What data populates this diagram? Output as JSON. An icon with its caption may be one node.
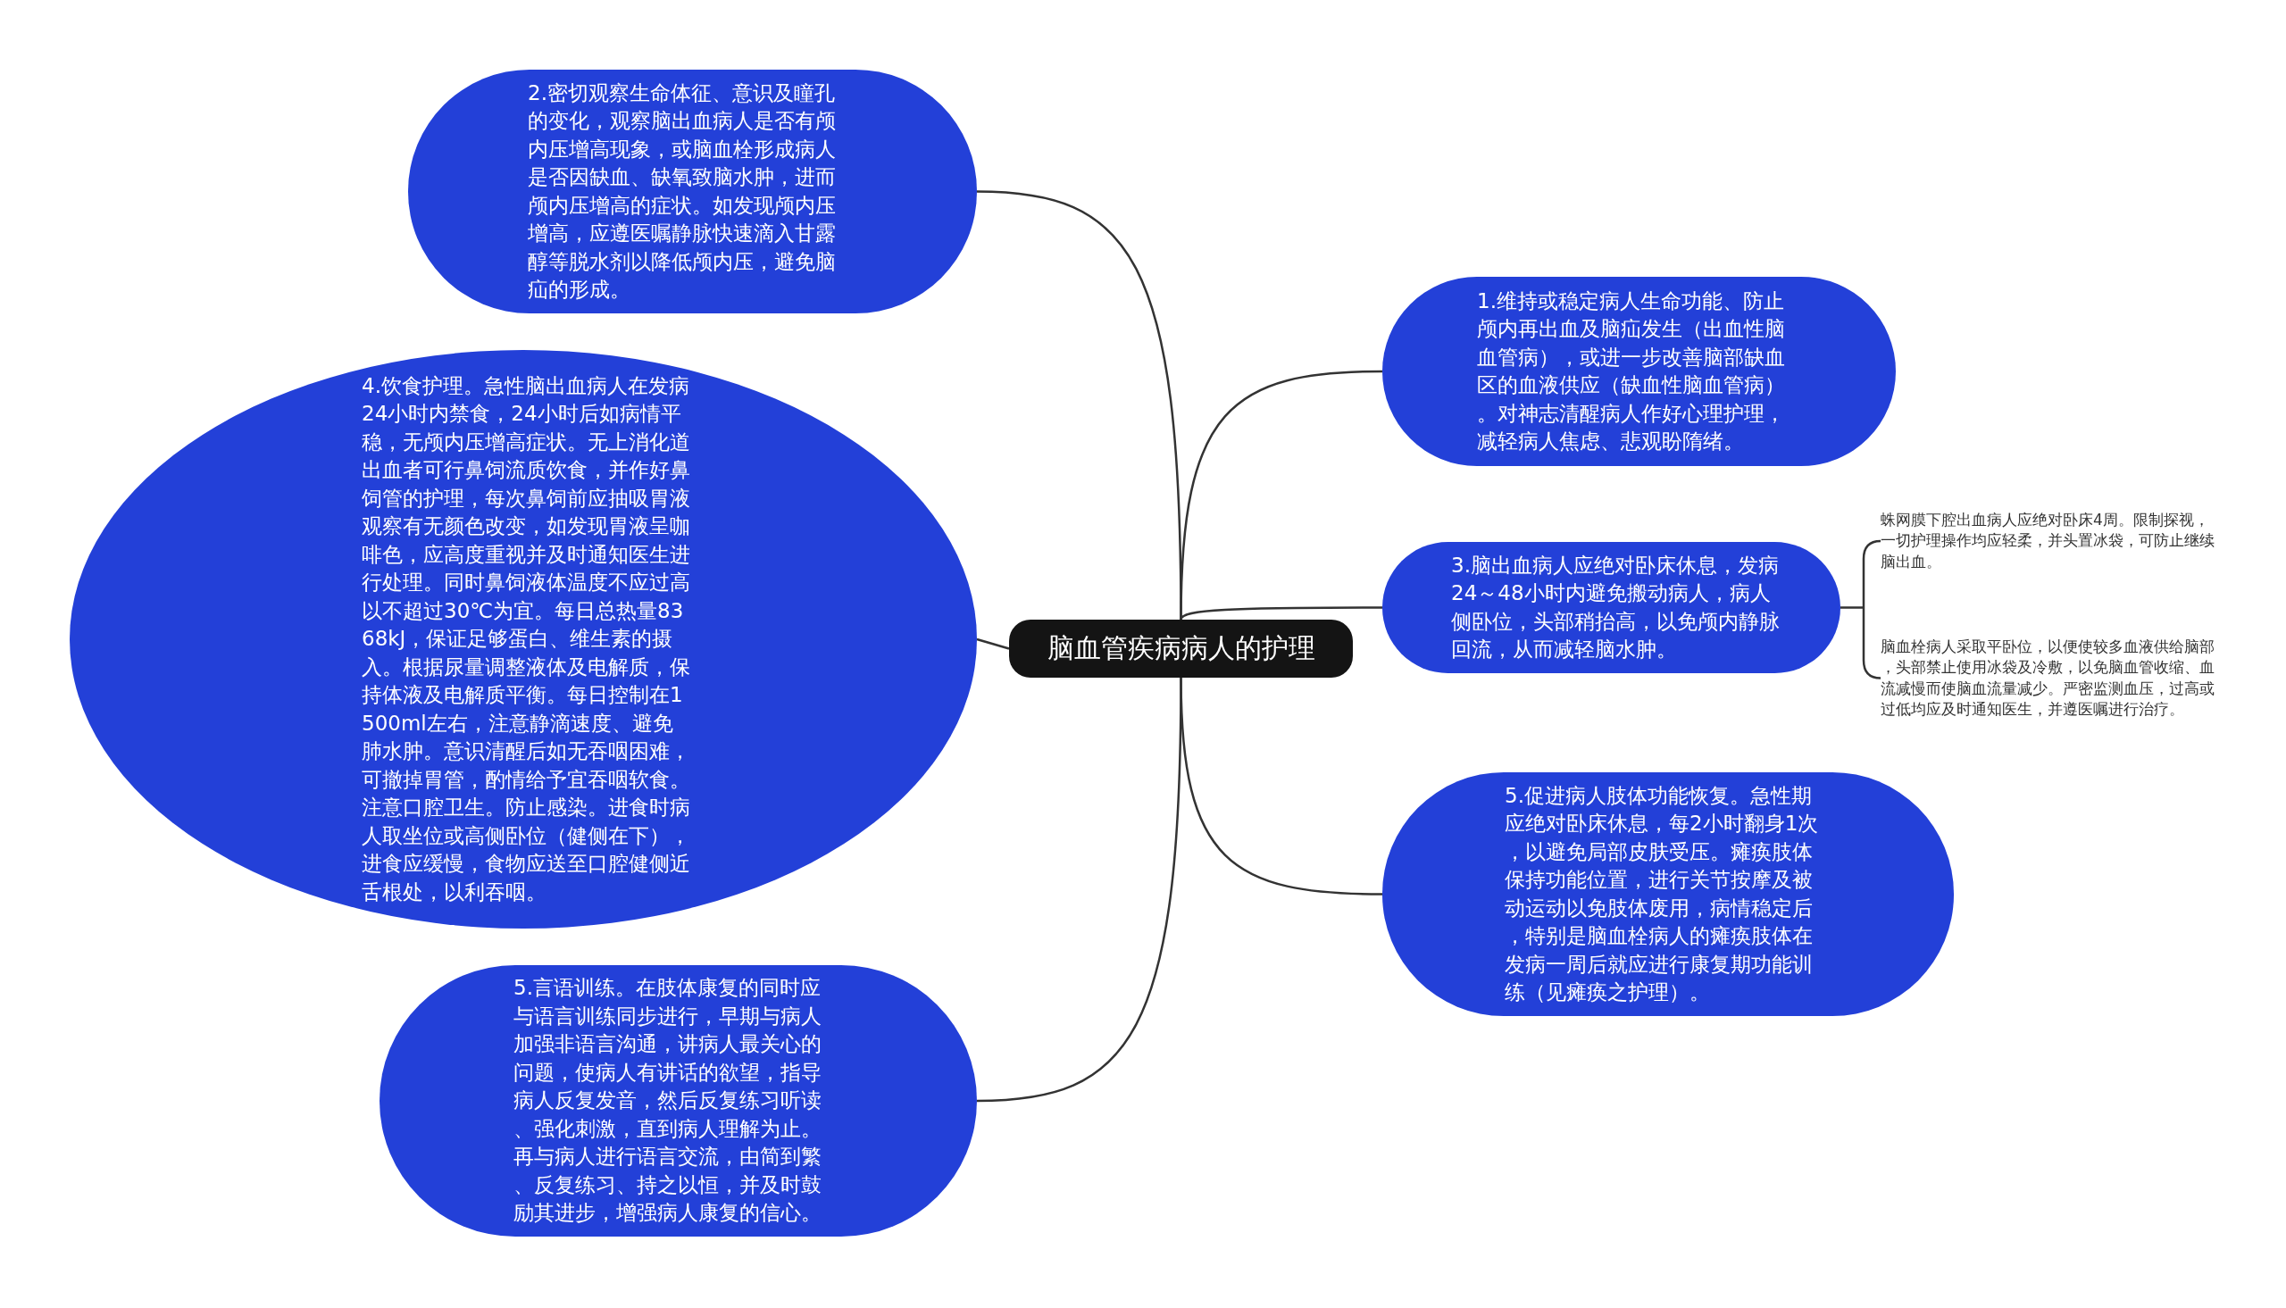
{
  "diagram": {
    "nodes": [
      {
        "text": [
          "脑血管疾病病人的护理"
        ]
      },
      {
        "text": [
          "2.密切观察生命体征、意识及瞳孔的变化，观察脑出血病人是否有颅内压增高现象，或脑血栓形成病人是否因缺血、缺氧致脑水肿，进而颅内压增高的症状。如发现颅内压增高，应遵医嘱静脉快速滴入甘露醇等脱水剂以降低颅内压，避免脑疝的形成。"
        ]
      },
      {
        "text": [
          "4.饮食护理。急性脑出血病人在发病24小时内禁食，24小时后如病情平稳，无颅内压增高症状。无上消化道出血者可行鼻饲流质饮食，并作好鼻饲管的护理，每次鼻饲前应抽吸胃液观察有无颜色改变，如发现胃液呈咖啡色，应高度重视并及时通知医生进行处理。同时鼻饲液体温度不应过高以不超过30℃为宜。每日总热量8368kJ，保证足够蛋白、维生素的摄入。根据尿量调整液体及电解质，保持体液及电解质平衡。每日控制在1500ml左右，注意静滴速度、避免肺水肿。意识清醒后如无吞咽困难，可撤掉胃管，酌情给予宜吞咽软食。注意口腔卫生。防止感染。进食时病人取坐位或高侧卧位（健侧在下），进食应缓慢，食物应送至口腔健侧近舌根处，以利吞咽。"
        ]
      },
      {
        "text": [
          "5.言语训练。在肢体康复的同时应与语言训练同步进行，早期与病人加强非语言沟通，讲病人最关心的问题，使病人有讲话的欲望，指导病人反复发音，然后反复练习听读、强化刺激，直到病人理解为止。再与病人进行语言交流，由简到繁、反复练习、持之以恒，并及时鼓励其进步，增强病人康复的信心。"
        ]
      },
      {
        "text": [
          "1.维持或稳定病人生命功能、防止颅内再出血及脑疝发生（出血性脑血管病），或进一步改善脑部缺血区的血液供应（缺血性脑血管病）。对神志清醒病人作好心理护理，减轻病人焦虑、悲观盼隋绪。"
        ]
      },
      {
        "text": [
          "3.脑出血病人应绝对卧床休息，发病24～48小时内避免搬动病人，病人侧卧位，头部稍抬高，以免颅内静脉回流，从而减轻脑水肿。"
        ]
      },
      {
        "text": [
          "5.促进病人肢体功能恢复。急性期应绝对卧床休息，每2小时翻身1次，以避免局部皮肤受压。瘫痪肢体保持功能位置，进行关节按摩及被动运动以免肢体废用，病情稳定后，特别是脑血栓病人的瘫痪肢体在发病一周后就应进行康复期功能训练（见瘫痪之护理）。"
        ]
      },
      {
        "text": [
          "蛛网膜下腔出血病人应绝对卧床4周。限制探视，一切护理操作均应轻柔，并头置冰袋，可防止继续脑出血。"
        ]
      },
      {
        "text": [
          "脑血栓病人采取平卧位，以便使较多血液供给脑部，头部禁止使用冰袋及冷敷，以免脑血管收缩、血流减慢而使脑血流量减少。严密监测血压，过高或过低均应及时通知医生，并遵医嘱进行治疗。"
        ]
      }
    ],
    "edges": [
      {
        "from": 0,
        "to": 1,
        "arrow": "none"
      },
      {
        "from": 0,
        "to": 2,
        "arrow": "none"
      },
      {
        "from": 0,
        "to": 3,
        "arrow": "none"
      },
      {
        "from": 0,
        "to": 4,
        "arrow": "none"
      },
      {
        "from": 0,
        "to": 5,
        "arrow": "none"
      },
      {
        "from": 0,
        "to": 6,
        "arrow": "none"
      },
      {
        "from": 5,
        "to": 7,
        "arrow": "none"
      },
      {
        "from": 5,
        "to": 8,
        "arrow": "none"
      }
    ]
  }
}
